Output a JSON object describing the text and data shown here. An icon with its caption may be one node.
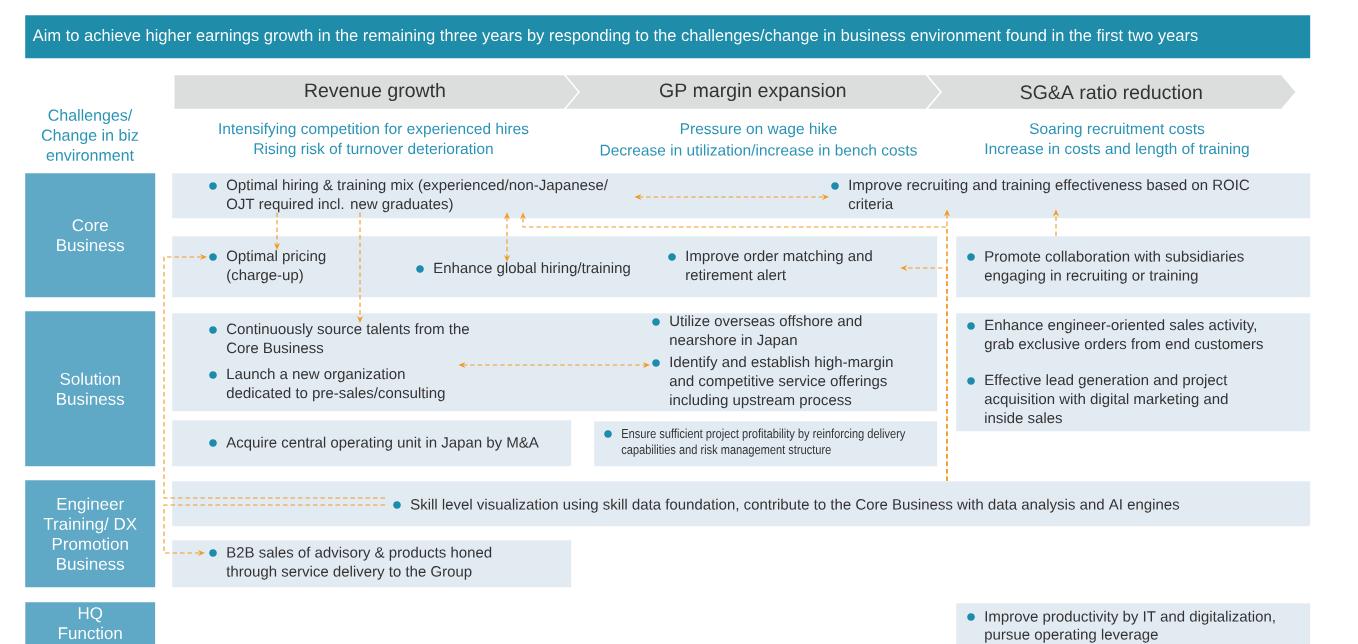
{
  "diagram": {
    "title": "Aim to achieve higher earnings growth in the remaining three years by responding to the challenges/change in business environment found in the first two years",
    "nodes": [
      {
        "text": [
          "Revenue growth"
        ],
        "beside": [
          "Intensifying competition for experienced hires",
          "Rising risk of turnover deterioration"
        ]
      },
      {
        "text": [
          "GP margin expansion"
        ],
        "beside": [
          "Pressure on wage hike",
          "Decrease in utilization/increase in bench costs"
        ]
      },
      {
        "text": [
          "SG&A ratio reduction"
        ],
        "beside": [
          "Soaring recruitment costs",
          "Increase in costs and length of training"
        ]
      },
      {
        "text": [
          "Core Business"
        ]
      },
      {
        "text": [],
        "shape": "box"
      },
      {
        "text": [
          "Optimal hiring & training mix (experienced/non-Japanese/ OJT required incl. new graduates)"
        ],
        "in": 4
      },
      {
        "text": [
          "Improve recruiting and training effectiveness based on ROIC criteria"
        ],
        "in": 4
      },
      {
        "text": [],
        "shape": "box"
      },
      {
        "text": [
          "Optimal pricing (charge-up)"
        ],
        "in": 7
      },
      {
        "text": [
          "Enhance global hiring/training"
        ],
        "in": 7
      },
      {
        "text": [
          "Improve order matching and retirement alert"
        ],
        "in": 7
      },
      {
        "text": [
          "Promote collaboration with subsidiaries engaging in recruiting or training"
        ]
      },
      {
        "text": [
          "Solution Business"
        ]
      },
      {
        "text": [],
        "shape": "box"
      },
      {
        "text": [
          "Continuously source talents from the Core Business"
        ],
        "in": 13
      },
      {
        "text": [
          "Launch a new organization dedicated to pre-sales/consulting"
        ],
        "in": 13
      },
      {
        "text": [
          "Utilize overseas offshore and nearshore in Japan"
        ],
        "in": 13
      },
      {
        "text": [
          "Identify and establish high-margin and competitive service offerings including upstream process"
        ],
        "in": 13
      },
      {
        "text": [],
        "shape": "box"
      },
      {
        "text": [
          "Enhance engineer-oriented sales activity, grab exclusive orders from end customers"
        ],
        "in": 18
      },
      {
        "text": [
          "Effective lead generation and project acquisition with digital marketing and inside sales"
        ],
        "in": 18
      },
      {
        "text": [
          "Acquire central operating unit in Japan by M&A"
        ]
      },
      {
        "text": [
          "Ensure sufficient project profitability by reinforcing delivery capabilities and risk management structure"
        ]
      },
      {
        "text": [
          "Engineer Training/ DX Promotion Business"
        ]
      },
      {
        "text": [
          "Skill level visualization using skill data foundation, contribute to the Core Business with data analysis and AI engines"
        ]
      },
      {
        "text": [
          "B2B sales of advisory & products honed through service delivery to the Group"
        ]
      },
      {
        "text": [
          "HQ Function"
        ]
      },
      {
        "text": [
          "Improve productivity by IT and digitalization, pursue operating leverage"
        ]
      }
    ],
    "edges": [
      {
        "from": 5,
        "to": 6,
        "arrow": "both"
      },
      {
        "from": 5,
        "to": 8,
        "arrow": "to"
      },
      {
        "from": 5,
        "to": 14,
        "arrow": "to"
      },
      {
        "from": 5,
        "to": 9,
        "arrow": "both"
      },
      {
        "from": 24,
        "to": 8,
        "arrow": "to"
      },
      {
        "from": 24,
        "to": 25,
        "arrow": "to"
      },
      {
        "from": 24,
        "to": 6,
        "arrow": "to"
      },
      {
        "from": 24,
        "to": 5,
        "arrow": "to"
      },
      {
        "from": 24,
        "to": 10,
        "arrow": "to"
      },
      {
        "from": 11,
        "to": 6,
        "arrow": "to"
      },
      {
        "from": 15,
        "to": 17,
        "arrow": "both"
      }
    ],
    "labels": [
      "Challenges/ Change in biz environment"
    ]
  }
}
